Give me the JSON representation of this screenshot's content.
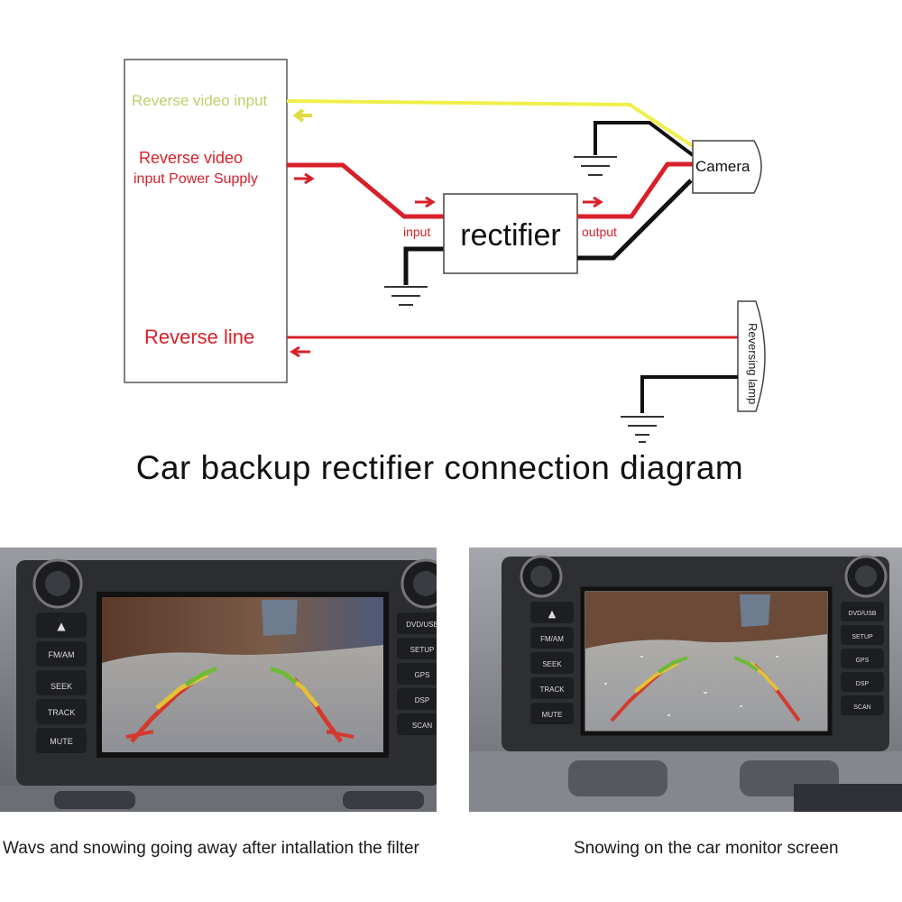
{
  "diagram": {
    "title": "Car backup rectifier connection diagram",
    "labels": {
      "reverse_video_input": "Reverse video input",
      "reverse_video_power_line1": "Reverse video",
      "reverse_video_power_line2": "input Power Supply",
      "reverse_line": "Reverse line",
      "rectifier": "rectifier",
      "input": "input",
      "output": "output",
      "camera": "Camera",
      "reversing_lamp": "Reversing lamp"
    },
    "colors": {
      "video_wire": "#f0ef4a",
      "power_wire": "#d8202a",
      "ground_wire": "#111111"
    }
  },
  "photos": [
    {
      "caption": "Wavs and snowing going away after intallation the filter",
      "buttons_left": [
        "FM/AM",
        "SEEK",
        "TRACK",
        "MUTE"
      ],
      "buttons_right": [
        "DVD/USB",
        "SETUP",
        "GPS",
        "DSP",
        "SCAN"
      ]
    },
    {
      "caption": "Snowing on the car monitor screen",
      "buttons_left": [
        "FM/AM",
        "SEEK",
        "TRACK",
        "MUTE"
      ],
      "buttons_right": [
        "DVD/USB",
        "SETUP",
        "GPS",
        "DSP",
        "SCAN"
      ]
    }
  ]
}
